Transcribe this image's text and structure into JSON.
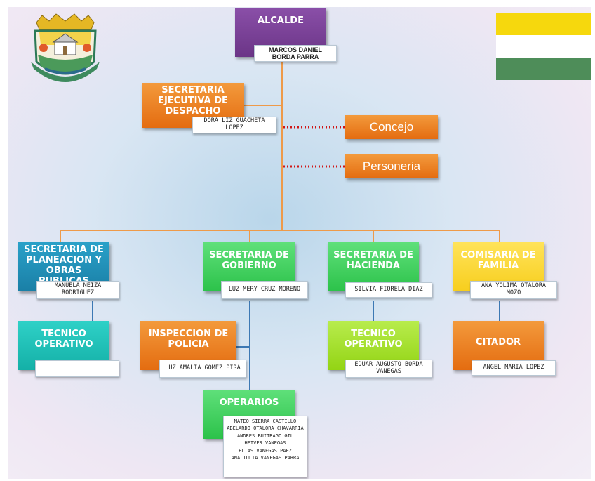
{
  "mayor": {
    "title": "ALCALDE",
    "name": "MARCOS DANIEL BORDA PARRA"
  },
  "executive_secretary": {
    "title": "SECRETARIA EJECUTIVA DE DESPACHO",
    "name": "DORA LIZ GUACHETA LOPEZ"
  },
  "council": {
    "label": "Concejo"
  },
  "ombudsman": {
    "label": "Personeria"
  },
  "planning": {
    "title": "SECRETARIA DE PLANEACION Y OBRAS PUBLICAS",
    "name": "MANUELA NEIZA RODRIGUEZ"
  },
  "planning_tech": {
    "title": "TECNICO OPERATIVO",
    "name": ""
  },
  "government": {
    "title": "SECRETARIA DE GOBIERNO",
    "name": "LUZ MERY CRUZ MORENO"
  },
  "police": {
    "title": "INSPECCION DE POLICIA",
    "name": "LUZ AMALIA GOMEZ PIRA"
  },
  "operators": {
    "title": "OPERARIOS",
    "names": [
      "MATEO SIERRA CASTILLO",
      "ABELARDO OTALORA CHAVARRIA",
      "ANDRES BUITRAGO GIL",
      "HEIVER VANEGAS",
      "ELIAS VANEGAS PAEZ",
      "ANA TULIA VANEGAS PARRA"
    ]
  },
  "treasury": {
    "title": "SECRETARIA DE HACIENDA",
    "name": "SILVIA FIORELA DIAZ"
  },
  "treasury_tech": {
    "title": "TECNICO OPERATIVO",
    "name": "EDUAR AUGUSTO BORDA VANEGAS"
  },
  "family": {
    "title": "COMISARIA DE FAMILIA",
    "name": "ANA YOLIMA OTALORA MOZO"
  },
  "citador": {
    "title": "CITADOR",
    "name": "ANGEL MARIA LOPEZ"
  },
  "flag_colors": [
    "#f6d80d",
    "#ffffff",
    "#4e8d59"
  ],
  "colors": {
    "line": "#ee9a49",
    "blue_line": "#3d79b4",
    "dotted": "#d01717"
  }
}
